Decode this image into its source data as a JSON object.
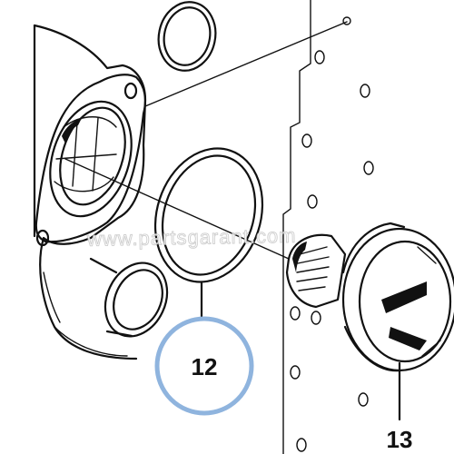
{
  "callouts": [
    {
      "label": "12",
      "ring_color": "#8fb4de"
    },
    {
      "label": "13"
    }
  ],
  "watermark": {
    "text": "www.partsgarant.com"
  },
  "colors": {
    "line": "#111111",
    "background": "#ffffff",
    "callout_ring": "#8fb4de",
    "watermark_outline": "#c9c9c9"
  }
}
